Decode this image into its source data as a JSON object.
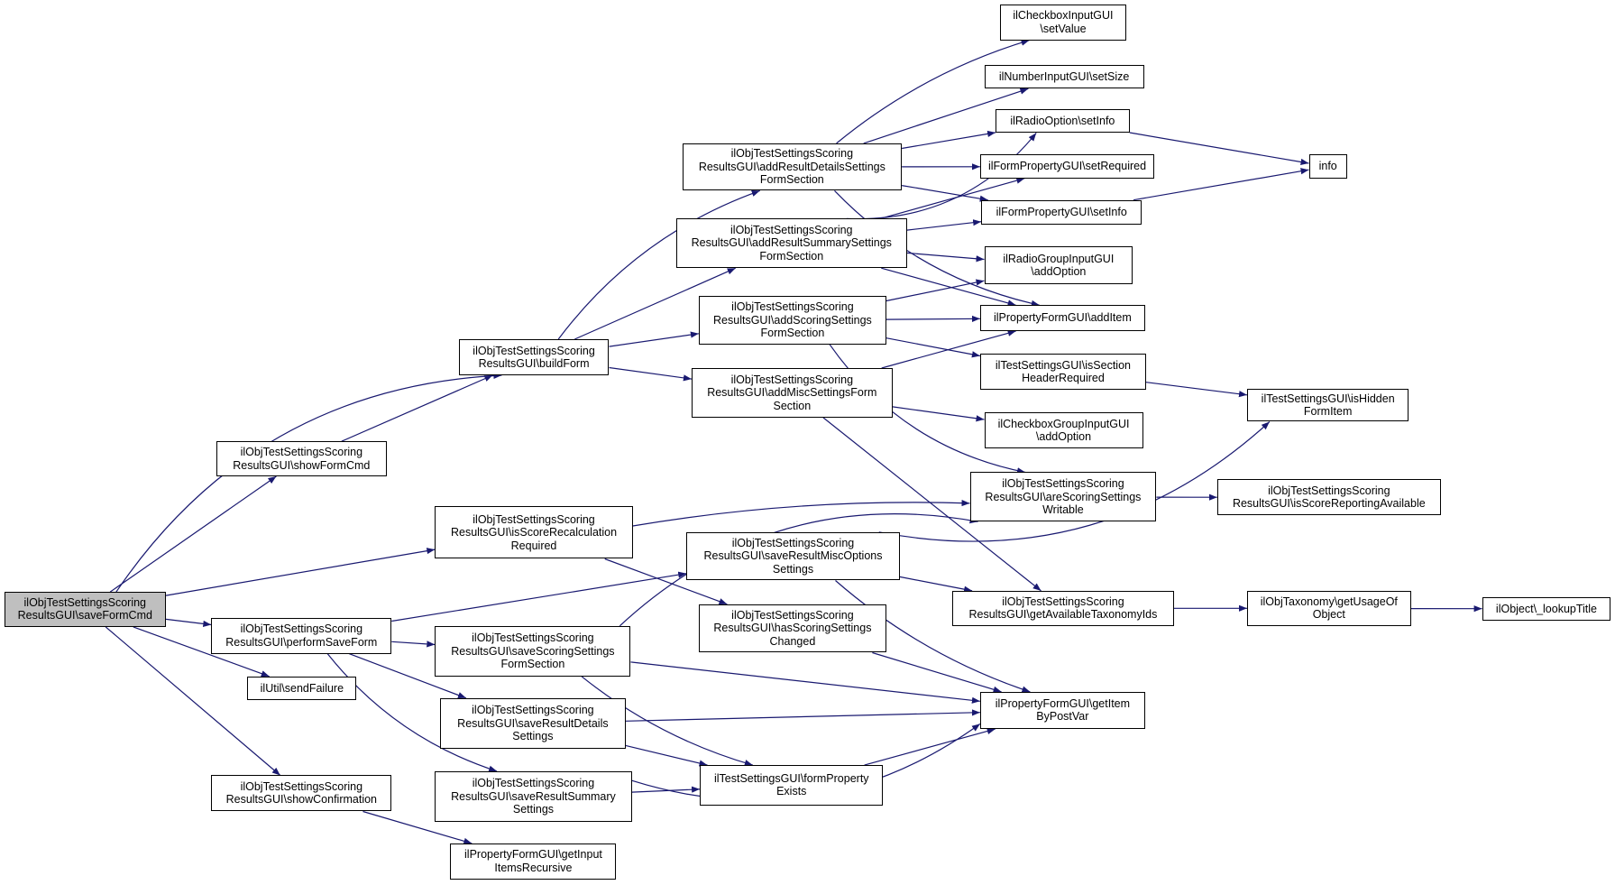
{
  "colors": {
    "edge": "#191970",
    "border": "#000000",
    "root_fill": "#bfbfbf",
    "node_fill": "#ffffff"
  },
  "nodes": [
    {
      "id": "saveFormCmd",
      "lines": [
        "ilObjTestSettingsScoring",
        "ResultsGUI\\saveFormCmd"
      ],
      "root": true
    },
    {
      "id": "buildForm",
      "lines": [
        "ilObjTestSettingsScoring",
        "ResultsGUI\\buildForm"
      ]
    },
    {
      "id": "showFormCmd",
      "lines": [
        "ilObjTestSettingsScoring",
        "ResultsGUI\\showFormCmd"
      ]
    },
    {
      "id": "isScoreRecalc",
      "lines": [
        "ilObjTestSettingsScoring",
        "ResultsGUI\\isScoreRecalculation",
        "Required"
      ]
    },
    {
      "id": "performSaveForm",
      "lines": [
        "ilObjTestSettingsScoring",
        "ResultsGUI\\performSaveForm"
      ]
    },
    {
      "id": "sendFailure",
      "lines": [
        "ilUtil\\sendFailure"
      ]
    },
    {
      "id": "showConfirmation",
      "lines": [
        "ilObjTestSettingsScoring",
        "ResultsGUI\\showConfirmation"
      ]
    },
    {
      "id": "addResultDetails",
      "lines": [
        "ilObjTestSettingsScoring",
        "ResultsGUI\\addResultDetailsSettings",
        "FormSection"
      ]
    },
    {
      "id": "addResultSummary",
      "lines": [
        "ilObjTestSettingsScoring",
        "ResultsGUI\\addResultSummarySettings",
        "FormSection"
      ]
    },
    {
      "id": "addScoring",
      "lines": [
        "ilObjTestSettingsScoring",
        "ResultsGUI\\addScoringSettings",
        "FormSection"
      ]
    },
    {
      "id": "addMisc",
      "lines": [
        "ilObjTestSettingsScoring",
        "ResultsGUI\\addMiscSettingsForm",
        "Section"
      ]
    },
    {
      "id": "saveResultMisc",
      "lines": [
        "ilObjTestSettingsScoring",
        "ResultsGUI\\saveResultMiscOptions",
        "Settings"
      ]
    },
    {
      "id": "saveScoring",
      "lines": [
        "ilObjTestSettingsScoring",
        "ResultsGUI\\saveScoringSettings",
        "FormSection"
      ]
    },
    {
      "id": "hasScoringChanged",
      "lines": [
        "ilObjTestSettingsScoring",
        "ResultsGUI\\hasScoringSettings",
        "Changed"
      ]
    },
    {
      "id": "saveResultDetails",
      "lines": [
        "ilObjTestSettingsScoring",
        "ResultsGUI\\saveResultDetails",
        "Settings"
      ]
    },
    {
      "id": "saveResultSummary",
      "lines": [
        "ilObjTestSettingsScoring",
        "ResultsGUI\\saveResultSummary",
        "Settings"
      ]
    },
    {
      "id": "getInputItems",
      "lines": [
        "ilPropertyFormGUI\\getInput",
        "ItemsRecursive"
      ]
    },
    {
      "id": "checkboxSetValue",
      "lines": [
        "ilCheckboxInputGUI",
        "\\setValue"
      ]
    },
    {
      "id": "numberSetSize",
      "lines": [
        "ilNumberInputGUI\\setSize"
      ]
    },
    {
      "id": "radioSetInfo",
      "lines": [
        "ilRadioOption\\setInfo"
      ]
    },
    {
      "id": "setRequired",
      "lines": [
        "ilFormPropertyGUI\\setRequired"
      ]
    },
    {
      "id": "setInfo",
      "lines": [
        "ilFormPropertyGUI\\setInfo"
      ]
    },
    {
      "id": "radioAddOption",
      "lines": [
        "ilRadioGroupInputGUI",
        "\\addOption"
      ]
    },
    {
      "id": "addItem",
      "lines": [
        "ilPropertyFormGUI\\addItem"
      ]
    },
    {
      "id": "isSectionHeader",
      "lines": [
        "ilTestSettingsGUI\\isSection",
        "HeaderRequired"
      ]
    },
    {
      "id": "checkboxGroupAddOption",
      "lines": [
        "ilCheckboxGroupInputGUI",
        "\\addOption"
      ]
    },
    {
      "id": "areScoringWritable",
      "lines": [
        "ilObjTestSettingsScoring",
        "ResultsGUI\\areScoringSettings",
        "Writable"
      ]
    },
    {
      "id": "getTaxonomyIds",
      "lines": [
        "ilObjTestSettingsScoring",
        "ResultsGUI\\getAvailableTaxonomyIds"
      ]
    },
    {
      "id": "getItemByPostVar",
      "lines": [
        "ilPropertyFormGUI\\getItem",
        "ByPostVar"
      ]
    },
    {
      "id": "formPropertyExists",
      "lines": [
        "ilTestSettingsGUI\\formProperty",
        "Exists"
      ]
    },
    {
      "id": "info",
      "lines": [
        "info"
      ]
    },
    {
      "id": "isHiddenFormItem",
      "lines": [
        "ilTestSettingsGUI\\isHidden",
        "FormItem"
      ]
    },
    {
      "id": "isScoreReporting",
      "lines": [
        "ilObjTestSettingsScoring",
        "ResultsGUI\\isScoreReportingAvailable"
      ]
    },
    {
      "id": "getUsageOfObject",
      "lines": [
        "ilObjTaxonomy\\getUsageOf",
        "Object"
      ]
    },
    {
      "id": "lookupTitle",
      "lines": [
        "ilObject\\_lookupTitle"
      ]
    }
  ]
}
